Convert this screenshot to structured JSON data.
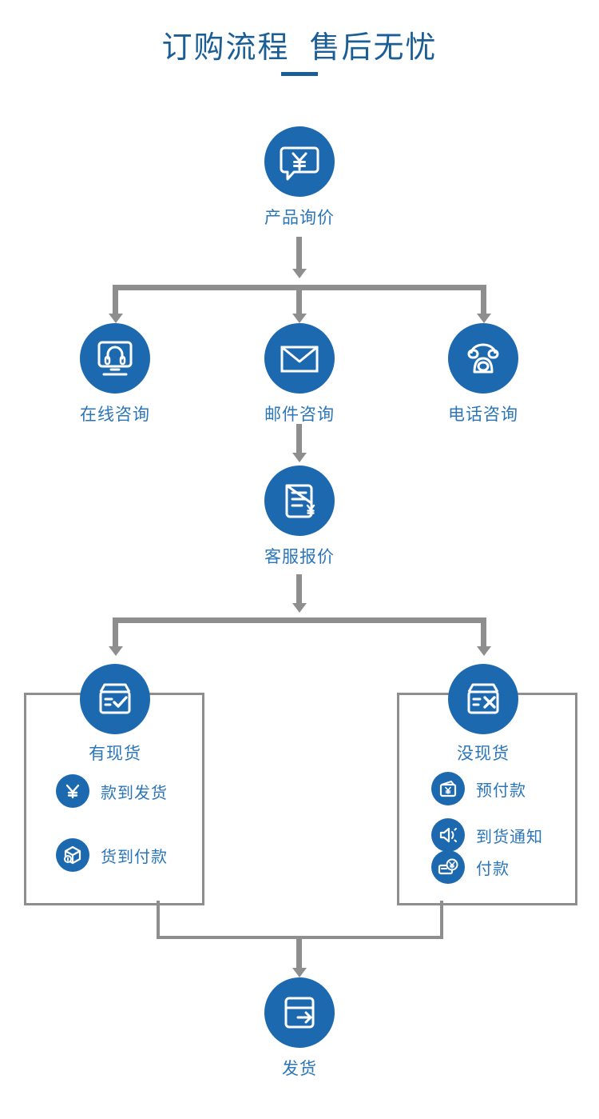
{
  "header": {
    "title": "订购流程  售后无忧",
    "accent_color": "#1B5E96"
  },
  "theme": {
    "circle_blue": "#1C69AF",
    "label_blue": "#2B76B9",
    "connector_gray": "#8E8E8E"
  },
  "flow": {
    "step_inquiry": {
      "label": "产品询价",
      "icon": "speech-bubble-yen-icon"
    },
    "channels": [
      {
        "label": "在线咨询",
        "icon": "monitor-headset-icon"
      },
      {
        "label": "邮件咨询",
        "icon": "envelope-icon"
      },
      {
        "label": "电话咨询",
        "icon": "telephone-icon"
      }
    ],
    "step_quote": {
      "label": "客服报价",
      "icon": "invoice-yen-icon"
    },
    "branches": [
      {
        "title": "有现货",
        "icon": "box-check-icon",
        "options": [
          {
            "label": "款到发货",
            "icon": "yen-circle-icon"
          },
          {
            "label": "货到付款",
            "icon": "package-cube-icon"
          }
        ]
      },
      {
        "title": "没现货",
        "icon": "box-cross-icon",
        "options": [
          {
            "label": "预付款",
            "icon": "wallet-yen-icon"
          },
          {
            "label": "到货通知",
            "icon": "speaker-announce-icon"
          },
          {
            "label": "付款",
            "icon": "card-yen-icon"
          }
        ]
      }
    ],
    "step_ship": {
      "label": "发货",
      "icon": "box-arrow-out-icon"
    }
  }
}
